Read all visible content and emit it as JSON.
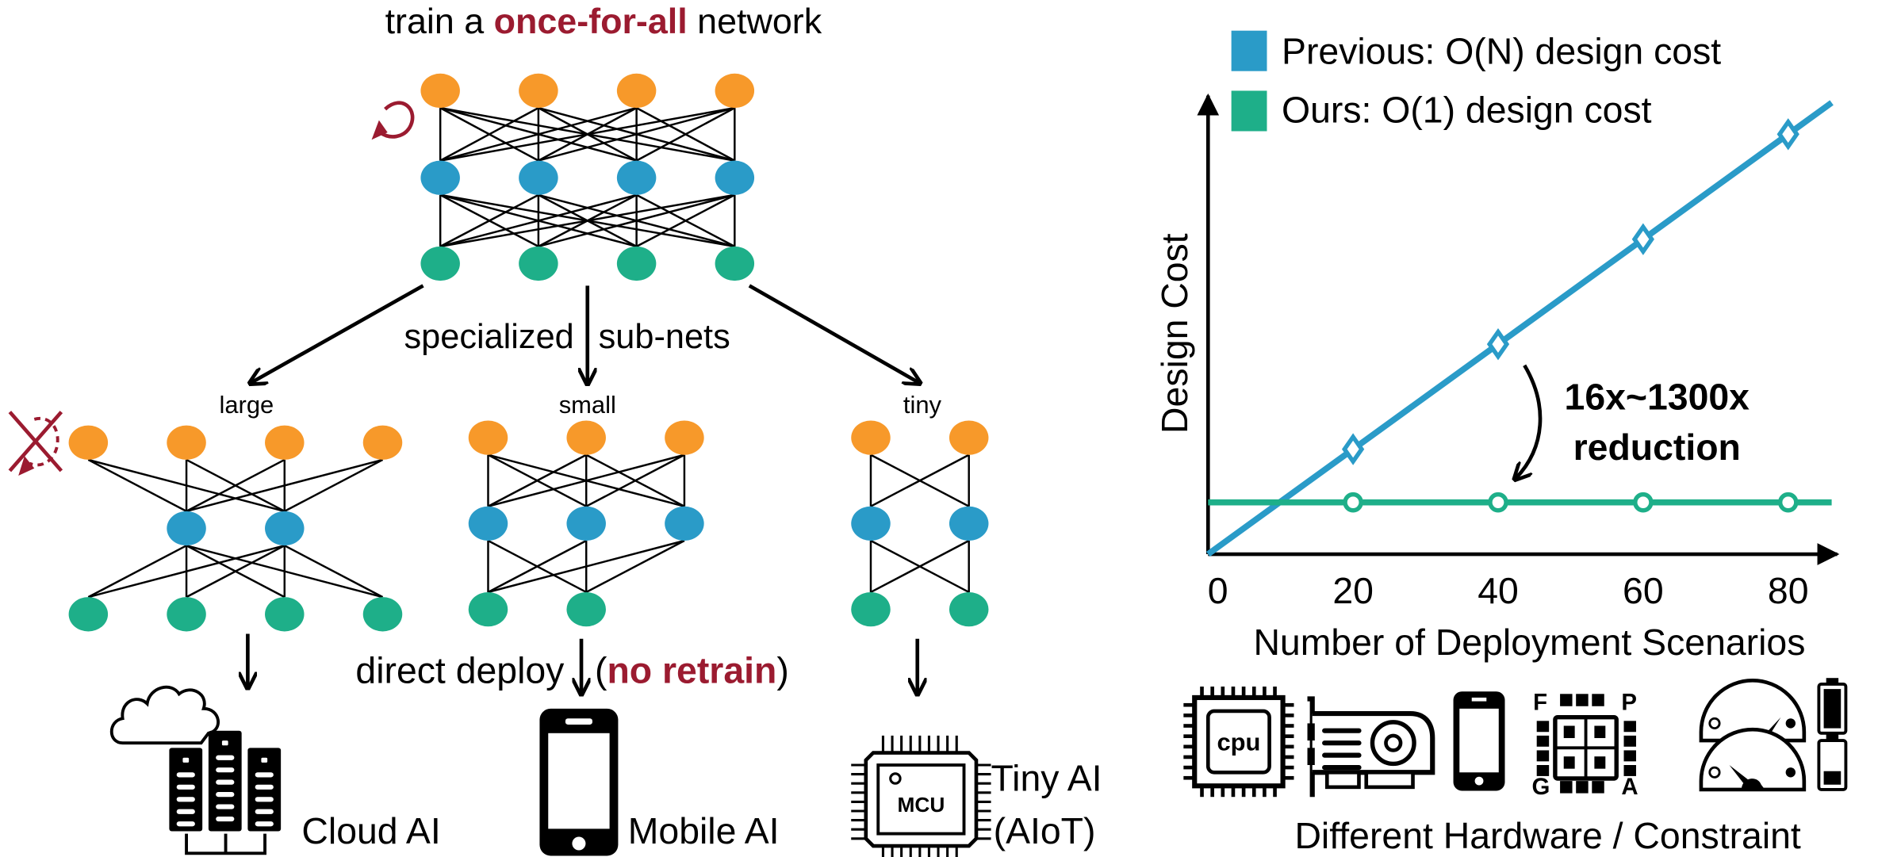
{
  "colors": {
    "input_node": "#F7992A",
    "hidden_node": "#2A9BC8",
    "output_node": "#1EAF89",
    "accent_red": "#9B1B30",
    "previous_series": "#2A9BC8",
    "ours_series": "#1EAF89"
  },
  "left": {
    "title_prefix": "train a ",
    "title_highlight": "once-for-all",
    "title_suffix": " network",
    "supernet_layers": [
      4,
      4,
      4
    ],
    "specialized_label_left": "specialized",
    "specialized_label_right": "sub-nets",
    "subnets": [
      {
        "name": "large",
        "layers": [
          4,
          2,
          4
        ]
      },
      {
        "name": "small",
        "layers": [
          3,
          3,
          2
        ]
      },
      {
        "name": "tiny",
        "layers": [
          2,
          2,
          2
        ]
      }
    ],
    "deploy_prefix": "direct deploy",
    "deploy_open": "(",
    "deploy_highlight": "no retrain",
    "deploy_close": ")",
    "targets": [
      {
        "label": "Cloud AI",
        "icon": "cloud-server-icon"
      },
      {
        "label": "Mobile AI",
        "icon": "smartphone-icon"
      },
      {
        "label_line1": "Tiny AI",
        "label_line2": "(AIoT)",
        "icon": "mcu-chip-icon",
        "chip_text": "MCU"
      }
    ]
  },
  "chart_data": {
    "type": "line",
    "title": "",
    "xlabel": "Number of Deployment Scenarios",
    "ylabel": "Design Cost",
    "x_ticks": [
      0,
      20,
      40,
      60,
      80
    ],
    "xlim": [
      0,
      85
    ],
    "ylim": [
      0,
      100
    ],
    "y_ticks": [],
    "grid": false,
    "legend_position": "top-left",
    "series": [
      {
        "name": "Previous: O(N) design cost",
        "marker": "diamond",
        "x": [
          0,
          20,
          40,
          60,
          80,
          86
        ],
        "y": [
          0,
          22.3,
          44.6,
          66.9,
          89.2,
          95.9
        ],
        "marker_x": [
          20,
          40,
          60,
          80
        ]
      },
      {
        "name": "Ours: O(1) design cost",
        "marker": "circle",
        "x": [
          0,
          20,
          40,
          60,
          80,
          86
        ],
        "y": [
          11,
          11,
          11,
          11,
          11,
          11
        ],
        "marker_x": [
          20,
          40,
          60,
          80
        ]
      }
    ],
    "annotation_line1": "16x~1300x",
    "annotation_line2": "reduction"
  },
  "hardware": {
    "cpu_text": "cpu",
    "fpga_letters": [
      "F",
      "P",
      "G",
      "A"
    ],
    "caption": "Different Hardware / Constraint",
    "icons": [
      "cpu-icon",
      "gpu-card-icon",
      "smartphone-icon",
      "fpga-icon",
      "gauge-high-icon",
      "battery-full-icon",
      "gauge-low-icon",
      "battery-low-icon"
    ]
  }
}
